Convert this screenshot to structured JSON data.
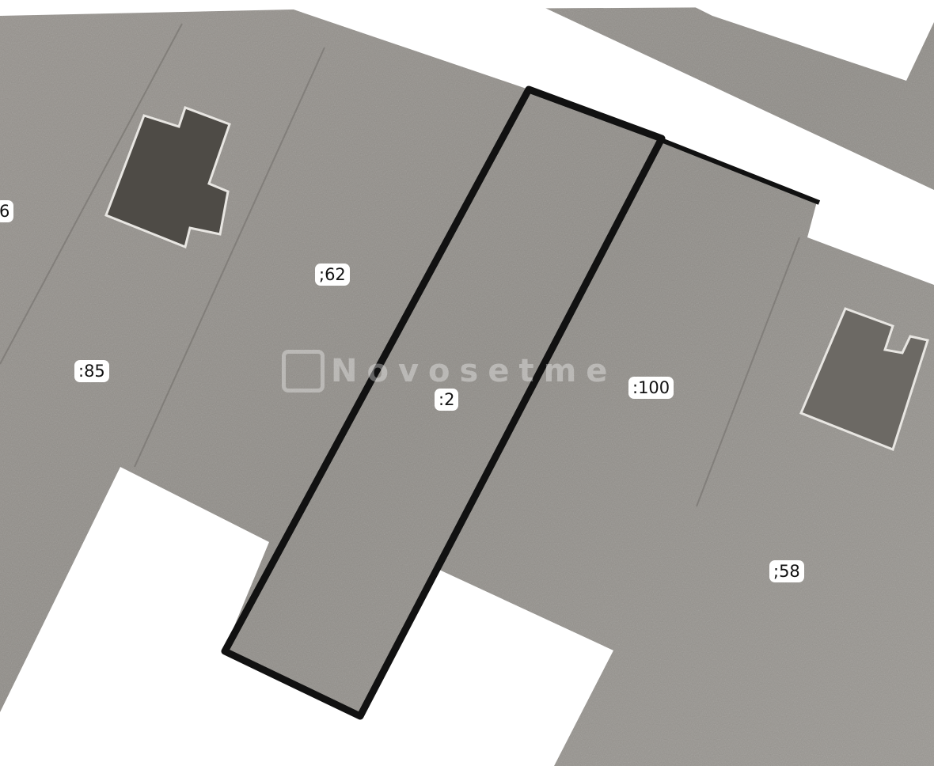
{
  "map": {
    "colors": {
      "land": "#8e8b86",
      "land_dark": "#7d7a75",
      "road": "#ffffff",
      "building": "#4e4b46",
      "building_light": "#6c6964",
      "highlight_outline": "#111111",
      "label_background": "#ffffff"
    },
    "parcel_labels": [
      {
        "id": "lbl-6",
        "text": "6"
      },
      {
        "id": "lbl-62",
        "text": ";62"
      },
      {
        "id": "lbl-85",
        "text": ":85"
      },
      {
        "id": "lbl-2",
        "text": ":2"
      },
      {
        "id": "lbl-100",
        "text": ":100"
      },
      {
        "id": "lbl-58",
        "text": ";58"
      }
    ],
    "highlighted_parcel": ":2",
    "watermark": {
      "text": "Novosetme",
      "icon": "n-logo-icon"
    }
  }
}
